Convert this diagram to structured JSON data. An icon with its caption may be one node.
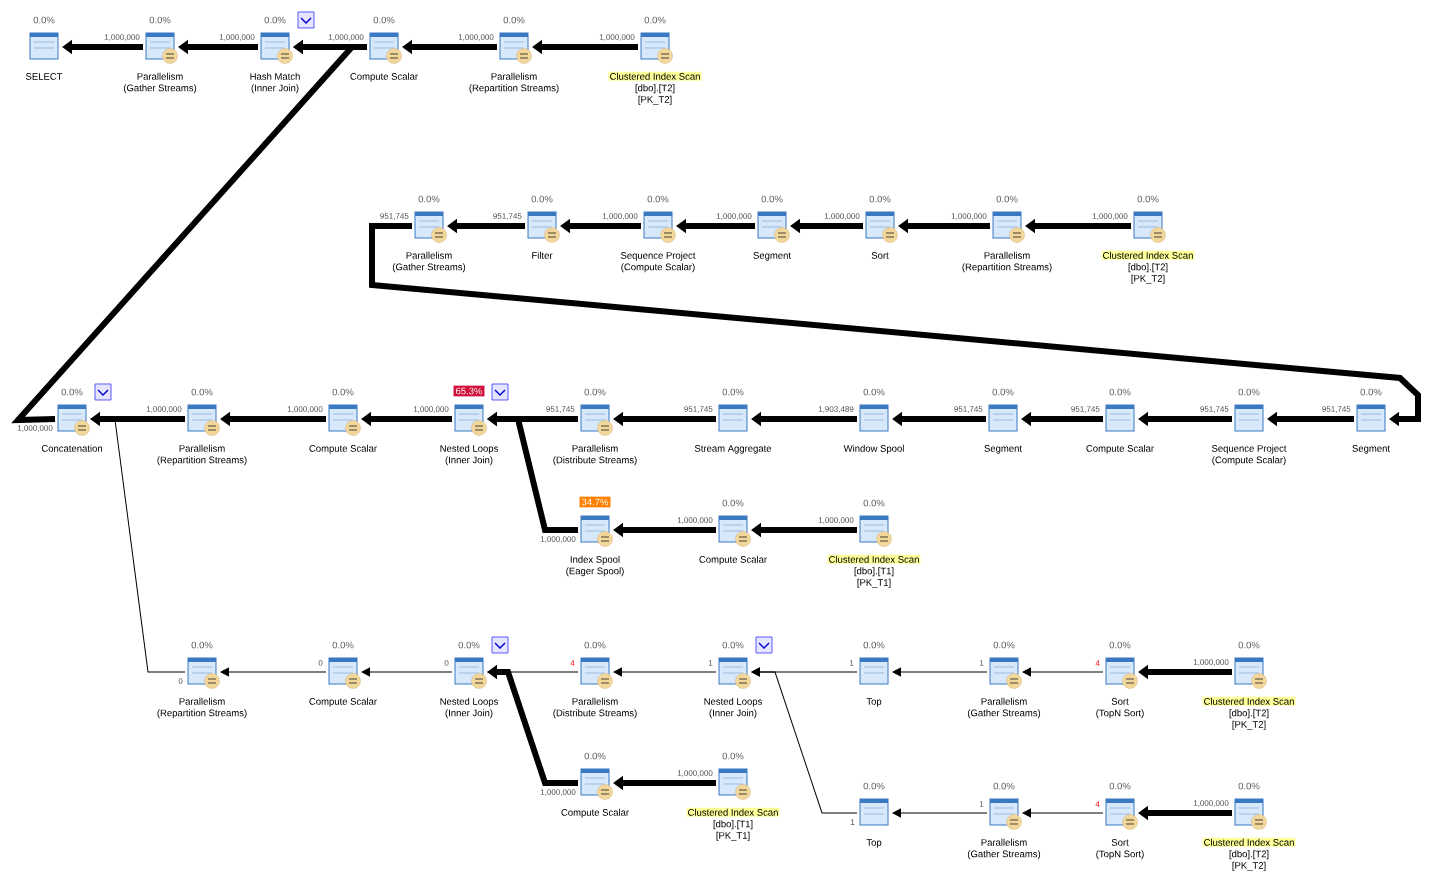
{
  "diagram": {
    "nodes": [
      {
        "text": [
          "SELECT"
        ],
        "beside": [
          "0.0%"
        ]
      },
      {
        "text": [
          "Parallelism",
          "(Gather Streams)"
        ],
        "beside": [
          "0.0%"
        ]
      },
      {
        "text": [
          "Hash Match",
          "(Inner Join)"
        ],
        "beside": [
          "0.0%"
        ]
      },
      {
        "text": [
          "Compute Scalar"
        ],
        "beside": [
          "0.0%"
        ]
      },
      {
        "text": [
          "Parallelism",
          "(Repartition Streams)"
        ],
        "beside": [
          "0.0%"
        ]
      },
      {
        "text": [
          "Clustered Index Scan",
          "[dbo].[T2]",
          "[PK_T2]"
        ],
        "beside": [
          "0.0%"
        ]
      },
      {
        "text": [
          "Parallelism",
          "(Gather Streams)"
        ],
        "beside": [
          "0.0%"
        ]
      },
      {
        "text": [
          "Filter"
        ],
        "beside": [
          "0.0%"
        ]
      },
      {
        "text": [
          "Sequence Project",
          "(Compute Scalar)"
        ],
        "beside": [
          "0.0%"
        ]
      },
      {
        "text": [
          "Segment"
        ],
        "beside": [
          "0.0%"
        ]
      },
      {
        "text": [
          "Sort"
        ],
        "beside": [
          "0.0%"
        ]
      },
      {
        "text": [
          "Parallelism",
          "(Repartition Streams)"
        ],
        "beside": [
          "0.0%"
        ]
      },
      {
        "text": [
          "Clustered Index Scan",
          "[dbo].[T2]",
          "[PK_T2]"
        ],
        "beside": [
          "0.0%"
        ]
      },
      {
        "text": [
          "Concatenation"
        ],
        "beside": [
          "0.0%"
        ]
      },
      {
        "text": [
          "Parallelism",
          "(Repartition Streams)"
        ],
        "beside": [
          "0.0%"
        ]
      },
      {
        "text": [
          "Compute Scalar"
        ],
        "beside": [
          "0.0%"
        ]
      },
      {
        "text": [
          "Nested Loops",
          "(Inner Join)"
        ],
        "beside": [
          "65.3%"
        ]
      },
      {
        "text": [
          "Parallelism",
          "(Distribute Streams)"
        ],
        "beside": [
          "0.0%"
        ]
      },
      {
        "text": [
          "Stream Aggregate"
        ],
        "beside": [
          "0.0%"
        ]
      },
      {
        "text": [
          "Window Spool"
        ],
        "beside": [
          "0.0%"
        ]
      },
      {
        "text": [
          "Segment"
        ],
        "beside": [
          "0.0%"
        ]
      },
      {
        "text": [
          "Compute Scalar"
        ],
        "beside": [
          "0.0%"
        ]
      },
      {
        "text": [
          "Sequence Project",
          "(Compute Scalar)"
        ],
        "beside": [
          "0.0%"
        ]
      },
      {
        "text": [
          "Segment"
        ],
        "beside": [
          "0.0%"
        ]
      },
      {
        "text": [
          "Index Spool",
          "(Eager Spool)"
        ],
        "beside": [
          "34.7%"
        ]
      },
      {
        "text": [
          "Compute Scalar"
        ],
        "beside": [
          "0.0%"
        ]
      },
      {
        "text": [
          "Clustered Index Scan",
          "[dbo].[T1]",
          "[PK_T1]"
        ],
        "beside": [
          "0.0%"
        ]
      },
      {
        "text": [
          "Parallelism",
          "(Repartition Streams)"
        ],
        "beside": [
          "0.0%"
        ]
      },
      {
        "text": [
          "Compute Scalar"
        ],
        "beside": [
          "0.0%"
        ]
      },
      {
        "text": [
          "Nested Loops",
          "(Inner Join)"
        ],
        "beside": [
          "0.0%"
        ]
      },
      {
        "text": [
          "Parallelism",
          "(Distribute Streams)"
        ],
        "beside": [
          "0.0%"
        ]
      },
      {
        "text": [
          "Nested Loops",
          "(Inner Join)"
        ],
        "beside": [
          "0.0%"
        ]
      },
      {
        "text": [
          "Top"
        ],
        "beside": [
          "0.0%"
        ]
      },
      {
        "text": [
          "Parallelism",
          "(Gather Streams)"
        ],
        "beside": [
          "0.0%"
        ]
      },
      {
        "text": [
          "Sort",
          "(TopN Sort)"
        ],
        "beside": [
          "0.0%"
        ]
      },
      {
        "text": [
          "Clustered Index Scan",
          "[dbo].[T2]",
          "[PK_T2]"
        ],
        "beside": [
          "0.0%"
        ]
      },
      {
        "text": [
          "Compute Scalar"
        ],
        "beside": [
          "0.0%"
        ]
      },
      {
        "text": [
          "Clustered Index Scan",
          "[dbo].[T1]",
          "[PK_T1]"
        ],
        "beside": [
          "0.0%"
        ]
      },
      {
        "text": [
          "Top"
        ],
        "beside": [
          "0.0%"
        ]
      },
      {
        "text": [
          "Parallelism",
          "(Gather Streams)"
        ],
        "beside": [
          "0.0%"
        ]
      },
      {
        "text": [
          "Sort",
          "(TopN Sort)"
        ],
        "beside": [
          "0.0%"
        ]
      },
      {
        "text": [
          "Clustered Index Scan",
          "[dbo].[T2]",
          "[PK_T2]"
        ],
        "beside": [
          "0.0%"
        ]
      }
    ],
    "edges": [
      {
        "from": 5,
        "to": 4,
        "arrow": "to",
        "label": "1,000,000"
      },
      {
        "from": 4,
        "to": 3,
        "arrow": "to",
        "label": "1,000,000"
      },
      {
        "from": 3,
        "to": 2,
        "arrow": "to",
        "label": "1,000,000"
      },
      {
        "from": 2,
        "to": 1,
        "arrow": "to",
        "label": "1,000,000"
      },
      {
        "from": 1,
        "to": 0,
        "arrow": "to",
        "label": "1,000,000"
      },
      {
        "from": 13,
        "to": 2,
        "arrow": "to",
        "label": "1,000,000"
      },
      {
        "from": 12,
        "to": 11,
        "arrow": "to",
        "label": "1,000,000"
      },
      {
        "from": 11,
        "to": 10,
        "arrow": "to",
        "label": "1,000,000"
      },
      {
        "from": 10,
        "to": 9,
        "arrow": "to",
        "label": "1,000,000"
      },
      {
        "from": 9,
        "to": 8,
        "arrow": "to",
        "label": "1,000,000"
      },
      {
        "from": 8,
        "to": 7,
        "arrow": "to",
        "label": "1,000,000"
      },
      {
        "from": 7,
        "to": 6,
        "arrow": "to",
        "label": "951,745"
      },
      {
        "from": 6,
        "to": 23,
        "arrow": "to",
        "label": "951,745"
      },
      {
        "from": 23,
        "to": 22,
        "arrow": "to",
        "label": "951,745"
      },
      {
        "from": 22,
        "to": 21,
        "arrow": "to",
        "label": "951,745"
      },
      {
        "from": 21,
        "to": 20,
        "arrow": "to",
        "label": "951,745"
      },
      {
        "from": 20,
        "to": 19,
        "arrow": "to",
        "label": "951,745"
      },
      {
        "from": 19,
        "to": 18,
        "arrow": "to",
        "label": "1,903,489"
      },
      {
        "from": 18,
        "to": 17,
        "arrow": "to",
        "label": "951,745"
      },
      {
        "from": 17,
        "to": 16,
        "arrow": "to",
        "label": "951,745"
      },
      {
        "from": 24,
        "to": 16,
        "arrow": "to",
        "label": "1,000,000"
      },
      {
        "from": 16,
        "to": 15,
        "arrow": "to",
        "label": "1,000,000"
      },
      {
        "from": 15,
        "to": 14,
        "arrow": "to",
        "label": "1,000,000"
      },
      {
        "from": 14,
        "to": 13,
        "arrow": "to",
        "label": "1,000,000"
      },
      {
        "from": 26,
        "to": 25,
        "arrow": "to",
        "label": "1,000,000"
      },
      {
        "from": 25,
        "to": 24,
        "arrow": "to",
        "label": "1,000,000"
      },
      {
        "from": 27,
        "to": 13,
        "arrow": "to",
        "label": "0"
      },
      {
        "from": 28,
        "to": 27,
        "arrow": "to",
        "label": "0"
      },
      {
        "from": 29,
        "to": 28,
        "arrow": "to",
        "label": "0"
      },
      {
        "from": 30,
        "to": 29,
        "arrow": "to",
        "label": "4"
      },
      {
        "from": 36,
        "to": 29,
        "arrow": "to",
        "label": "1,000,000"
      },
      {
        "from": 31,
        "to": 30,
        "arrow": "to",
        "label": "1"
      },
      {
        "from": 32,
        "to": 31,
        "arrow": "to",
        "label": "1"
      },
      {
        "from": 38,
        "to": 31,
        "arrow": "to",
        "label": "1"
      },
      {
        "from": 33,
        "to": 32,
        "arrow": "to",
        "label": "1"
      },
      {
        "from": 34,
        "to": 33,
        "arrow": "to",
        "label": "4"
      },
      {
        "from": 35,
        "to": 34,
        "arrow": "to",
        "label": "1,000,000"
      },
      {
        "from": 37,
        "to": 36,
        "arrow": "to",
        "label": "1,000,000"
      },
      {
        "from": 39,
        "to": 38,
        "arrow": "to",
        "label": "1"
      },
      {
        "from": 40,
        "to": 39,
        "arrow": "to",
        "label": "4"
      },
      {
        "from": 41,
        "to": 40,
        "arrow": "to",
        "label": "1,000,000"
      }
    ]
  }
}
